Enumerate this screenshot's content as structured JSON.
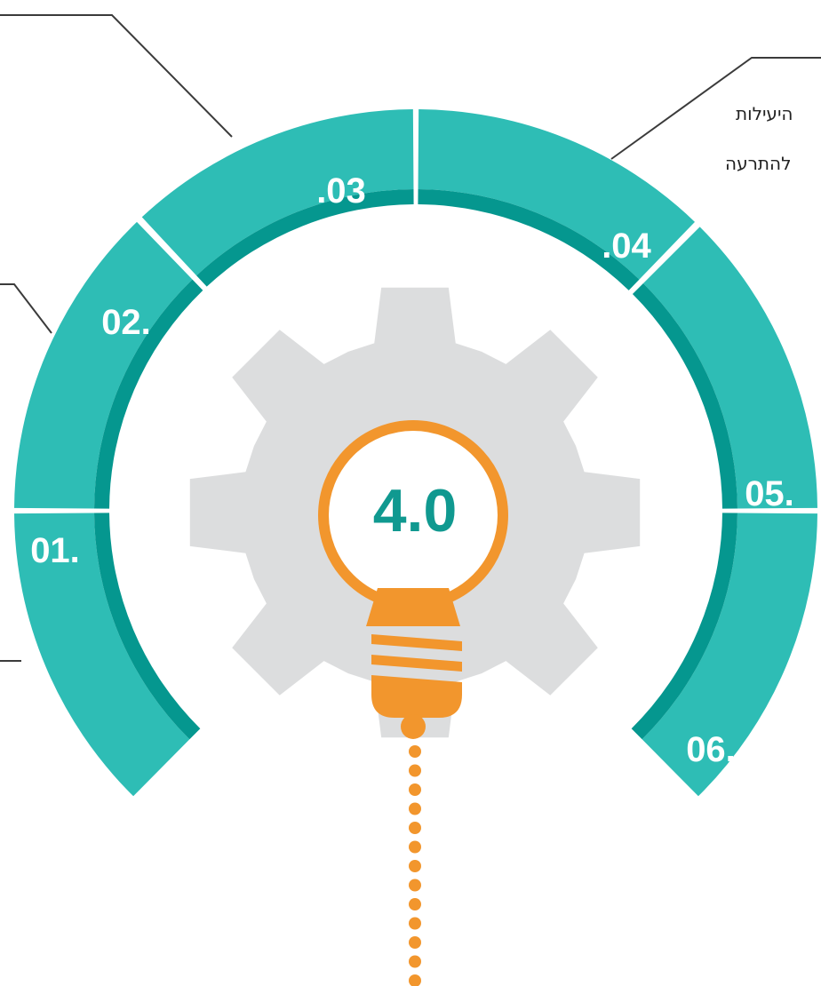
{
  "colors": {
    "arc_outer": "#2EBDB5",
    "arc_inner": "#05978F",
    "gear": "#DCDDDE",
    "bulb": "#F2962D",
    "center_text": "#109990",
    "leader_line": "#3B3B3B"
  },
  "icons": {
    "gear": "gear-icon",
    "bulb": "lightbulb-icon"
  },
  "center_label": "4.0",
  "segments": [
    {
      "id": "01",
      "label": "01."
    },
    {
      "id": "02",
      "label": "02."
    },
    {
      "id": "03",
      "label": ".03"
    },
    {
      "id": "04",
      "label": ".04"
    },
    {
      "id": "05",
      "label": "05."
    },
    {
      "id": "06",
      "label": "06."
    }
  ],
  "callouts": {
    "right_line_1": "היעילות",
    "right_line_2": "להתרעה"
  }
}
